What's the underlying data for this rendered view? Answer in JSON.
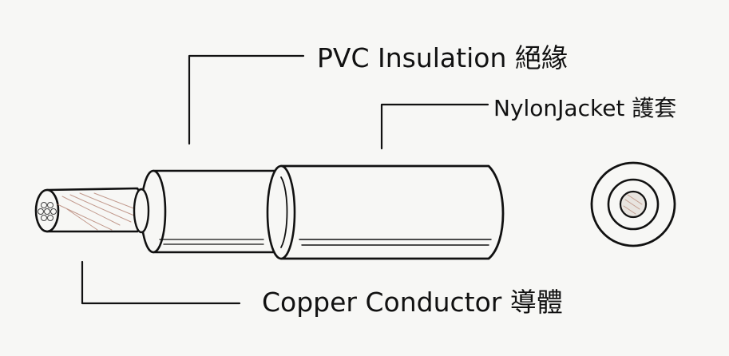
{
  "labels": {
    "pvc_insulation": "PVC Insulation 絕緣",
    "nylon_jacket": "NylonJacket 護套",
    "copper_conductor": "Copper Conductor 導體"
  }
}
